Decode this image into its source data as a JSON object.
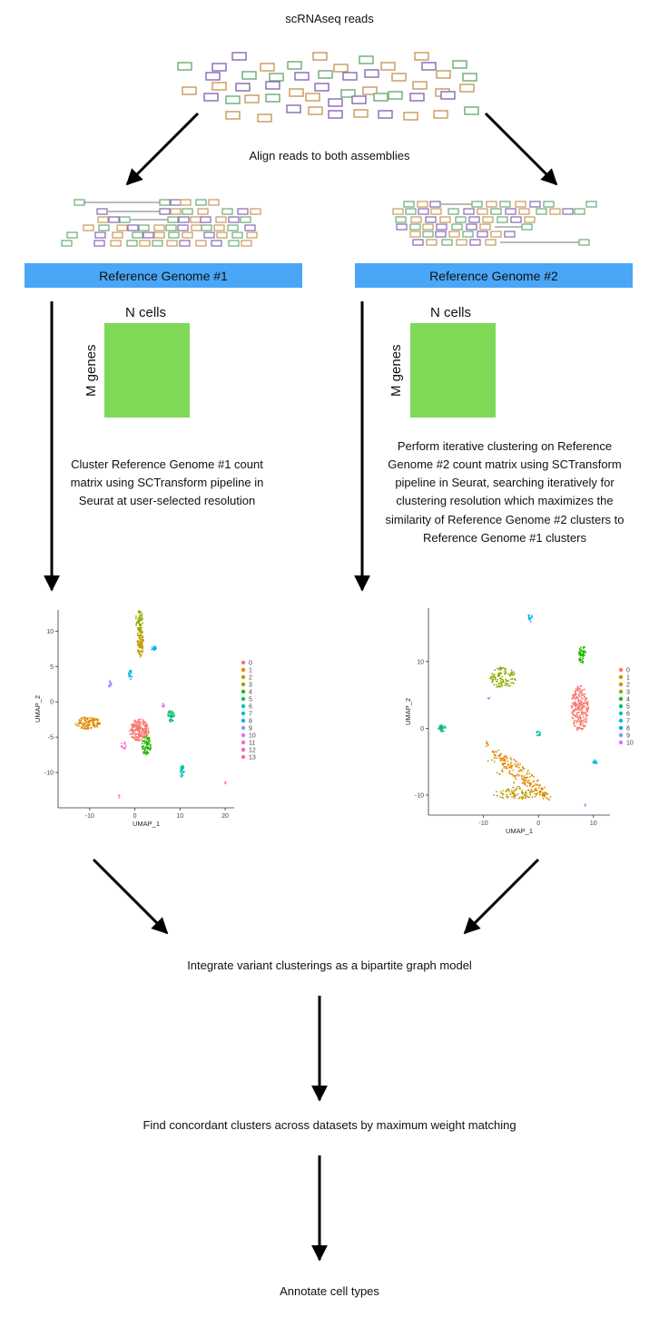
{
  "top_title": "scRNAseq reads",
  "align_text": "Align reads to both assemblies",
  "ref1": {
    "banner": "Reference Genome #1",
    "matrix_cols": "N cells",
    "matrix_rows": "M genes",
    "description": "Cluster Reference Genome #1 count matrix using SCTransform pipeline in Seurat at user-selected resolution",
    "umap": {
      "xlabel": "UMAP_1",
      "ylabel": "UMAP_2",
      "x_ticks": [
        "-10",
        "0",
        "10",
        "20"
      ],
      "y_ticks": [
        "10",
        "5",
        "0",
        "-5",
        "-10"
      ],
      "legend": [
        "0",
        "1",
        "2",
        "3",
        "4",
        "5",
        "6",
        "7",
        "8",
        "9",
        "10",
        "11",
        "12",
        "13"
      ]
    }
  },
  "ref2": {
    "banner": "Reference Genome #2",
    "matrix_cols": "N cells",
    "matrix_rows": "M genes",
    "description": "Perform iterative clustering on Reference Genome #2 count matrix using SCTransform pipeline in Seurat, searching iteratively for clustering resolution which maximizes the similarity of Reference Genome #2 clusters to Reference Genome #1 clusters",
    "umap": {
      "xlabel": "UMAP_1",
      "ylabel": "UMAP_2",
      "x_ticks": [
        "-10",
        "0",
        "10"
      ],
      "y_ticks": [
        "10",
        "0",
        "-10"
      ],
      "legend": [
        "0",
        "1",
        "2",
        "3",
        "4",
        "5",
        "6",
        "7",
        "8",
        "9",
        "10"
      ]
    }
  },
  "step_integrate": "Integrate variant clusterings as a bipartite graph model",
  "step_match": "Find concordant clusters across datasets by maximum weight matching",
  "step_annotate": "Annotate cell types",
  "colors": {
    "banner": "#4aa6f7",
    "matrix": "#7ed957",
    "read_green": "#6aaa74",
    "read_purple": "#8569b5",
    "read_orange": "#c99859",
    "cluster_palette": [
      "#f8766d",
      "#e18a00",
      "#be9c00",
      "#8cab00",
      "#24b700",
      "#00be70",
      "#00c1ab",
      "#00bbda",
      "#00acfc",
      "#8b93ff",
      "#d575fe",
      "#f962dd",
      "#ff65ac",
      "#ff6c91"
    ]
  }
}
